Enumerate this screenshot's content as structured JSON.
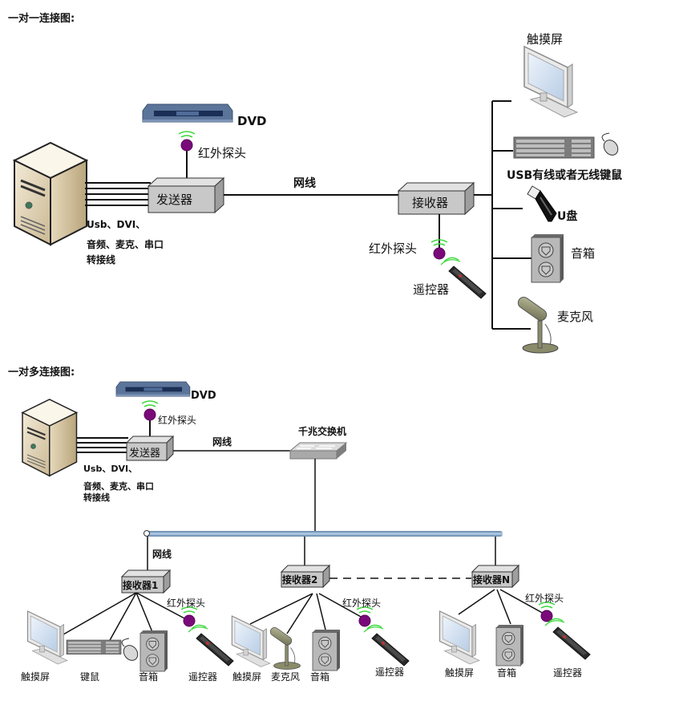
{
  "section1": {
    "title": "一对一连接图:",
    "dvd_label": "DVD",
    "ir_probe_top": "红外探头",
    "sender": "发送器",
    "cable_label_1": "Usb、DVI、",
    "cable_label_2": "音频、麦克、串口",
    "cable_label_3": "转接线",
    "network_label": "网线",
    "receiver": "接收器",
    "ir_probe_bottom": "红外探头",
    "remote": "遥控器",
    "devices": {
      "touchscreen": "触摸屏",
      "keyboard_mouse": "USB有线或者无线键鼠",
      "usb_drive": "U盘",
      "speaker": "音箱",
      "microphone": "麦克风"
    }
  },
  "section2": {
    "title": "一对多连接图:",
    "dvd_label": "DVD",
    "ir_probe": "红外探头",
    "sender": "发送器",
    "cable_label_1": "Usb、DVI、",
    "cable_label_2": "音频、麦克、串口",
    "cable_label_3": "转接线",
    "network_label": "网线",
    "switch": "千兆交换机",
    "bus_network_label": "网线",
    "receivers": [
      {
        "name": "接收器1",
        "ir_probe": "红外探头",
        "devices": [
          "触摸屏",
          "键鼠",
          "音箱",
          "遥控器"
        ]
      },
      {
        "name": "接收器2",
        "ir_probe": "红外探头",
        "devices": [
          "触摸屏",
          "麦克风",
          "音箱",
          "遥控器"
        ]
      },
      {
        "name": "接收器N",
        "ir_probe": "红外探头",
        "devices": [
          "触摸屏",
          "音箱",
          "遥控器"
        ]
      }
    ]
  },
  "colors": {
    "ir_probe": "#7a0a7a",
    "ir_waves": "#3ad83a",
    "box_fill": "#c8c8c8",
    "bus_fill": "#8fb2d4",
    "dvd_body": "#4a6488"
  }
}
